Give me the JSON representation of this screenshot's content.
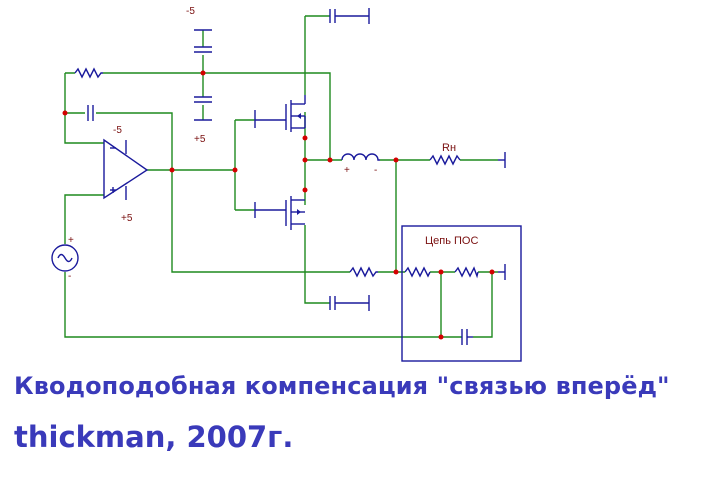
{
  "schematic": {
    "labels": {
      "cap_supply_top": "-5",
      "cap_supply_bottom": "+5",
      "opamp_supply_top": "-5",
      "opamp_supply_bottom": "+5",
      "load_resistor": "Rн",
      "feedback_box": "Цепь ПОС"
    }
  },
  "caption": {
    "line1": "Кводоподобная компенсация  \"связью вперёд\"",
    "line2": "thickman, 2007г."
  }
}
